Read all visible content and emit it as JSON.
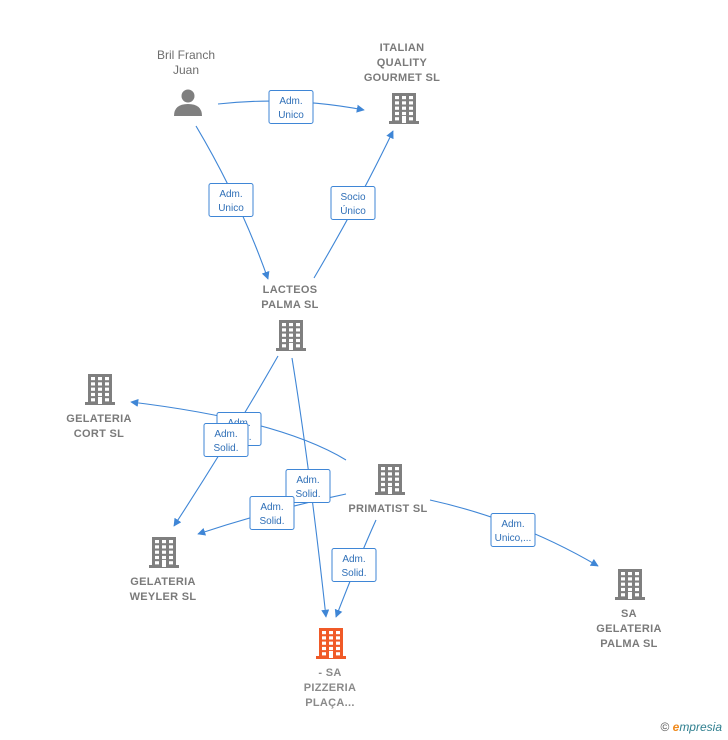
{
  "colors": {
    "edge": "#3f86d6",
    "company_icon": "#7f7f7f",
    "focus_icon": "#f05a28",
    "label": "#7a7a7a"
  },
  "nodes": [
    {
      "id": "bril",
      "kind": "person",
      "lines": [
        "Bril Franch",
        "Juan"
      ],
      "icon": "person-icon"
    },
    {
      "id": "italian",
      "kind": "company",
      "lines": [
        "ITALIAN",
        "QUALITY",
        "GOURMET SL"
      ],
      "icon": "building-icon"
    },
    {
      "id": "lacteos",
      "kind": "company",
      "lines": [
        "LACTEOS",
        "PALMA SL"
      ],
      "icon": "building-icon"
    },
    {
      "id": "cort",
      "kind": "company",
      "lines": [
        "GELATERIA",
        "CORT  SL"
      ],
      "icon": "building-icon"
    },
    {
      "id": "primatist",
      "kind": "company",
      "lines": [
        "PRIMATIST  SL"
      ],
      "icon": "building-icon"
    },
    {
      "id": "weyler",
      "kind": "company",
      "lines": [
        "GELATERIA",
        "WEYLER  SL"
      ],
      "icon": "building-icon"
    },
    {
      "id": "sapalma",
      "kind": "company",
      "lines": [
        "SA",
        "GELATERIA",
        "PALMA  SL"
      ],
      "icon": "building-icon"
    },
    {
      "id": "pizzeria",
      "kind": "focus",
      "lines": [
        "- SA",
        "PIZZERIA",
        "PLAÇA..."
      ],
      "icon": "building-icon"
    }
  ],
  "edges": [
    {
      "id": "bril-italian",
      "from": "bril",
      "to": "italian",
      "label": [
        "Adm.",
        "Unico"
      ]
    },
    {
      "id": "bril-lacteos",
      "from": "bril",
      "to": "lacteos",
      "label": [
        "Adm.",
        "Unico"
      ]
    },
    {
      "id": "lacteos-italian",
      "from": "lacteos",
      "to": "italian",
      "label": [
        "Socio",
        "Único"
      ]
    },
    {
      "id": "primatist-cort",
      "from": "primatist",
      "to": "cort",
      "label": [
        "Adm.",
        "Solid."
      ]
    },
    {
      "id": "lacteos-weyler",
      "from": "lacteos",
      "to": "weyler",
      "label": [
        "Adm.",
        "Solid."
      ]
    },
    {
      "id": "lacteos-pizzeria",
      "from": "lacteos",
      "to": "pizzeria",
      "label": [
        "Adm.",
        "Solid."
      ]
    },
    {
      "id": "primatist-weyler",
      "from": "primatist",
      "to": "weyler",
      "label": [
        "Adm.",
        "Solid."
      ]
    },
    {
      "id": "primatist-pizzeria",
      "from": "primatist",
      "to": "pizzeria",
      "label": [
        "Adm.",
        "Solid."
      ]
    },
    {
      "id": "primatist-sapalma",
      "from": "primatist",
      "to": "sapalma",
      "label": [
        "Adm.",
        "Unico,..."
      ]
    }
  ],
  "watermark": {
    "symbol": "©",
    "brand_initial": "e",
    "brand_rest": "mpresia"
  }
}
